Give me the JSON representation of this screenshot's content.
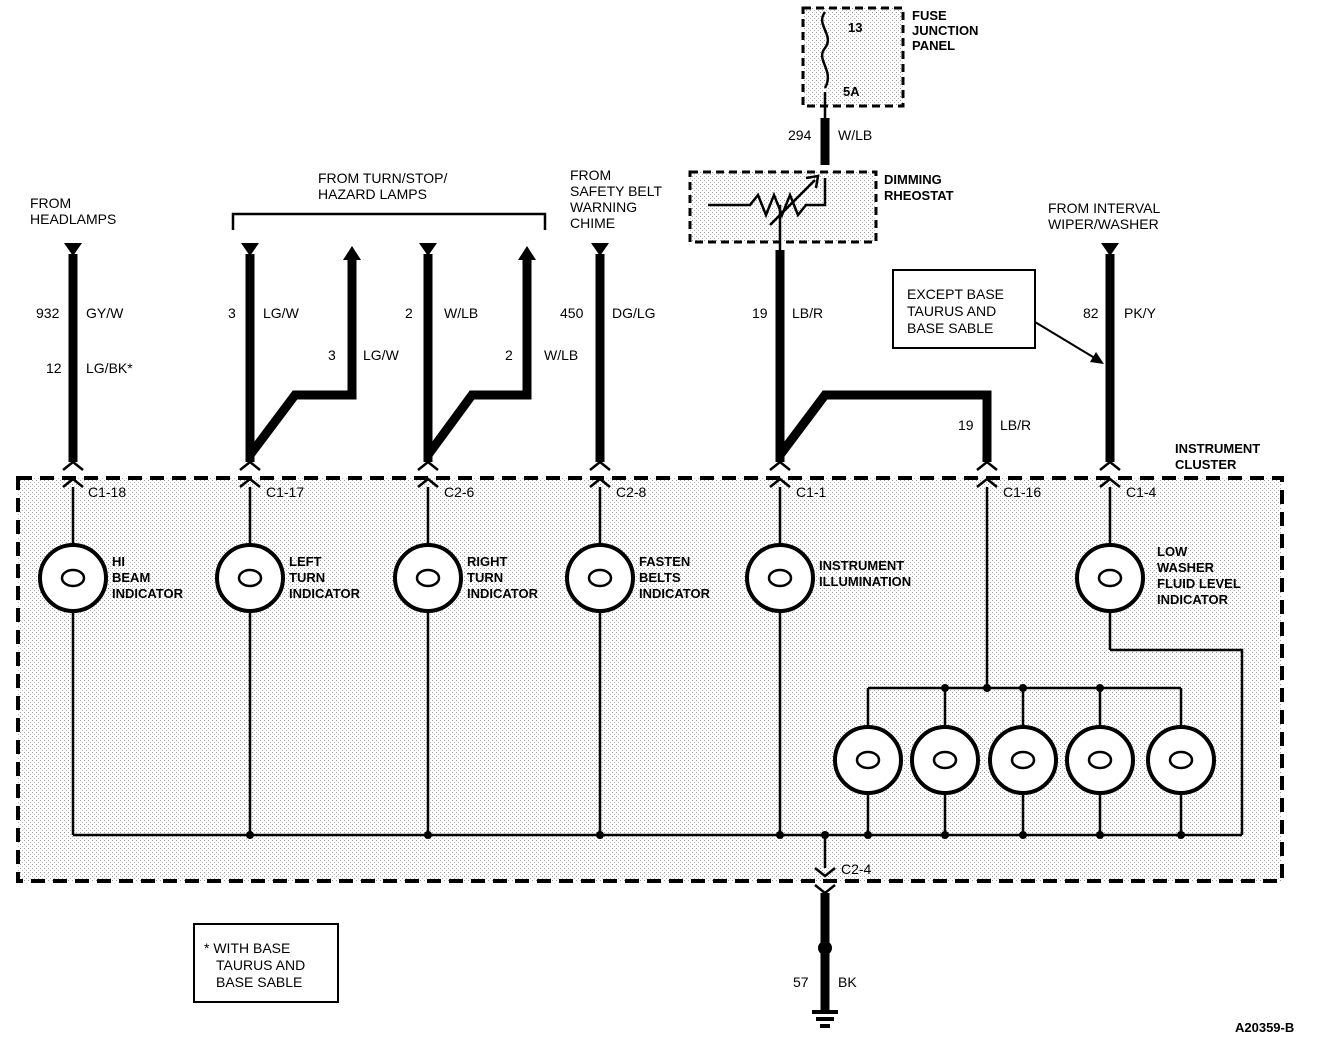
{
  "fuse_panel": {
    "title_line1": "FUSE",
    "title_line2": "JUNCTION",
    "title_line3": "PANEL",
    "fuse_number": "13",
    "fuse_rating": "5A"
  },
  "rheostat": {
    "label_line1": "DIMMING",
    "label_line2": "RHEOSTAT",
    "wire_circuit": "294",
    "wire_color": "W/LB"
  },
  "sources": {
    "headlamps_line1": "FROM",
    "headlamps_line2": "HEADLAMPS",
    "turn_line1": "FROM TURN/STOP/",
    "turn_line2": "HAZARD LAMPS",
    "belt_line1": "FROM",
    "belt_line2": "SAFETY BELT",
    "belt_line3": "WARNING",
    "belt_line4": "CHIME",
    "wiper_line1": "FROM INTERVAL",
    "wiper_line2": "WIPER/WASHER"
  },
  "wires": {
    "w932": "932",
    "w932_color": "GY/W",
    "w12": "12",
    "w12_color": "LG/BK*",
    "w3a": "3",
    "w3a_color": "LG/W",
    "w3b": "3",
    "w3b_color": "LG/W",
    "w2a": "2",
    "w2a_color": "W/LB",
    "w2b": "2",
    "w2b_color": "W/LB",
    "w450": "450",
    "w450_color": "DG/LG",
    "w19a": "19",
    "w19a_color": "LB/R",
    "w19b": "19",
    "w19b_color": "LB/R",
    "w82": "82",
    "w82_color": "PK/Y",
    "w57": "57",
    "w57_color": "BK"
  },
  "except_note": {
    "line1": "EXCEPT BASE",
    "line2": "TAURUS AND",
    "line3": "BASE SABLE"
  },
  "with_note": {
    "line1": "* WITH BASE",
    "line2": "TAURUS AND",
    "line3": "BASE SABLE"
  },
  "cluster": {
    "title_line1": "INSTRUMENT",
    "title_line2": "CLUSTER"
  },
  "connectors": {
    "c1_18": "C1-18",
    "c1_17": "C1-17",
    "c2_6": "C2-6",
    "c2_8": "C2-8",
    "c1_1": "C1-1",
    "c1_16": "C1-16",
    "c1_4": "C1-4",
    "c2_4": "C2-4"
  },
  "indicators": {
    "hi_beam": [
      "HI",
      "BEAM",
      "INDICATOR"
    ],
    "left_turn": [
      "LEFT",
      "TURN",
      "INDICATOR"
    ],
    "right_turn": [
      "RIGHT",
      "TURN",
      "INDICATOR"
    ],
    "fasten_belts": [
      "FASTEN",
      "BELTS",
      "INDICATOR"
    ],
    "illumination": [
      "INSTRUMENT",
      "ILLUMINATION"
    ],
    "low_washer": [
      "LOW",
      "WASHER",
      "FLUID LEVEL",
      "INDICATOR"
    ]
  },
  "figure_id": "A20359-B"
}
